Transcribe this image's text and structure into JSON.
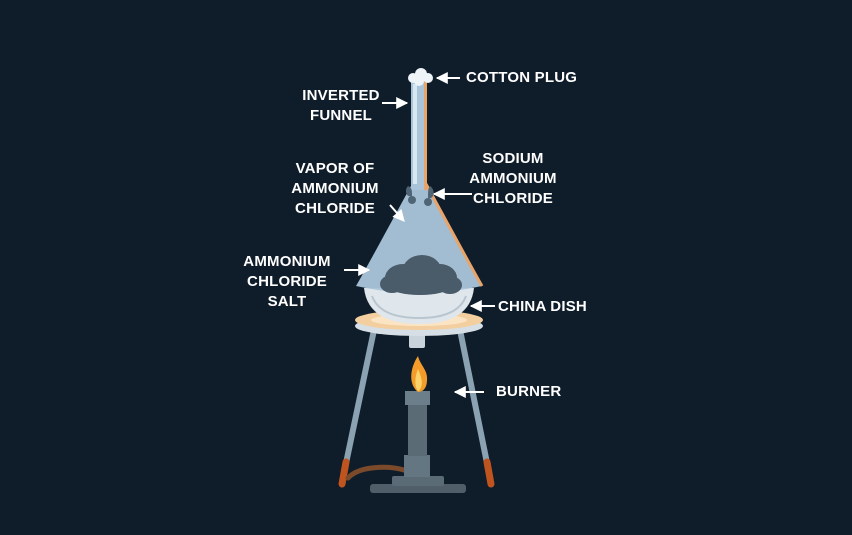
{
  "labels": {
    "cotton_plug": "COTTON PLUG",
    "inverted_funnel": "INVERTED\nFUNNEL",
    "vapor": "VAPOR OF\nAMMONIUM\nCHLORIDE",
    "sodium": "SODIUM\nAMMONIUM\nCHLORIDE",
    "salt": "AMMONIUM\nCHLORIDE\nSALT",
    "china_dish": "CHINA DISH",
    "burner": "BURNER"
  },
  "colors": {
    "background": "#0f1d2a",
    "funnel_glass": "#a9c4d8",
    "funnel_edge": "#e9a46a",
    "dish": "#dfe6ec",
    "ring": "#f3cfa0",
    "flame": "#f39c2a",
    "burner": "#5b6b75",
    "salt": "#4a5b6a",
    "stand_leg": "#8aa2b1",
    "leg_tip": "#c0541e"
  }
}
